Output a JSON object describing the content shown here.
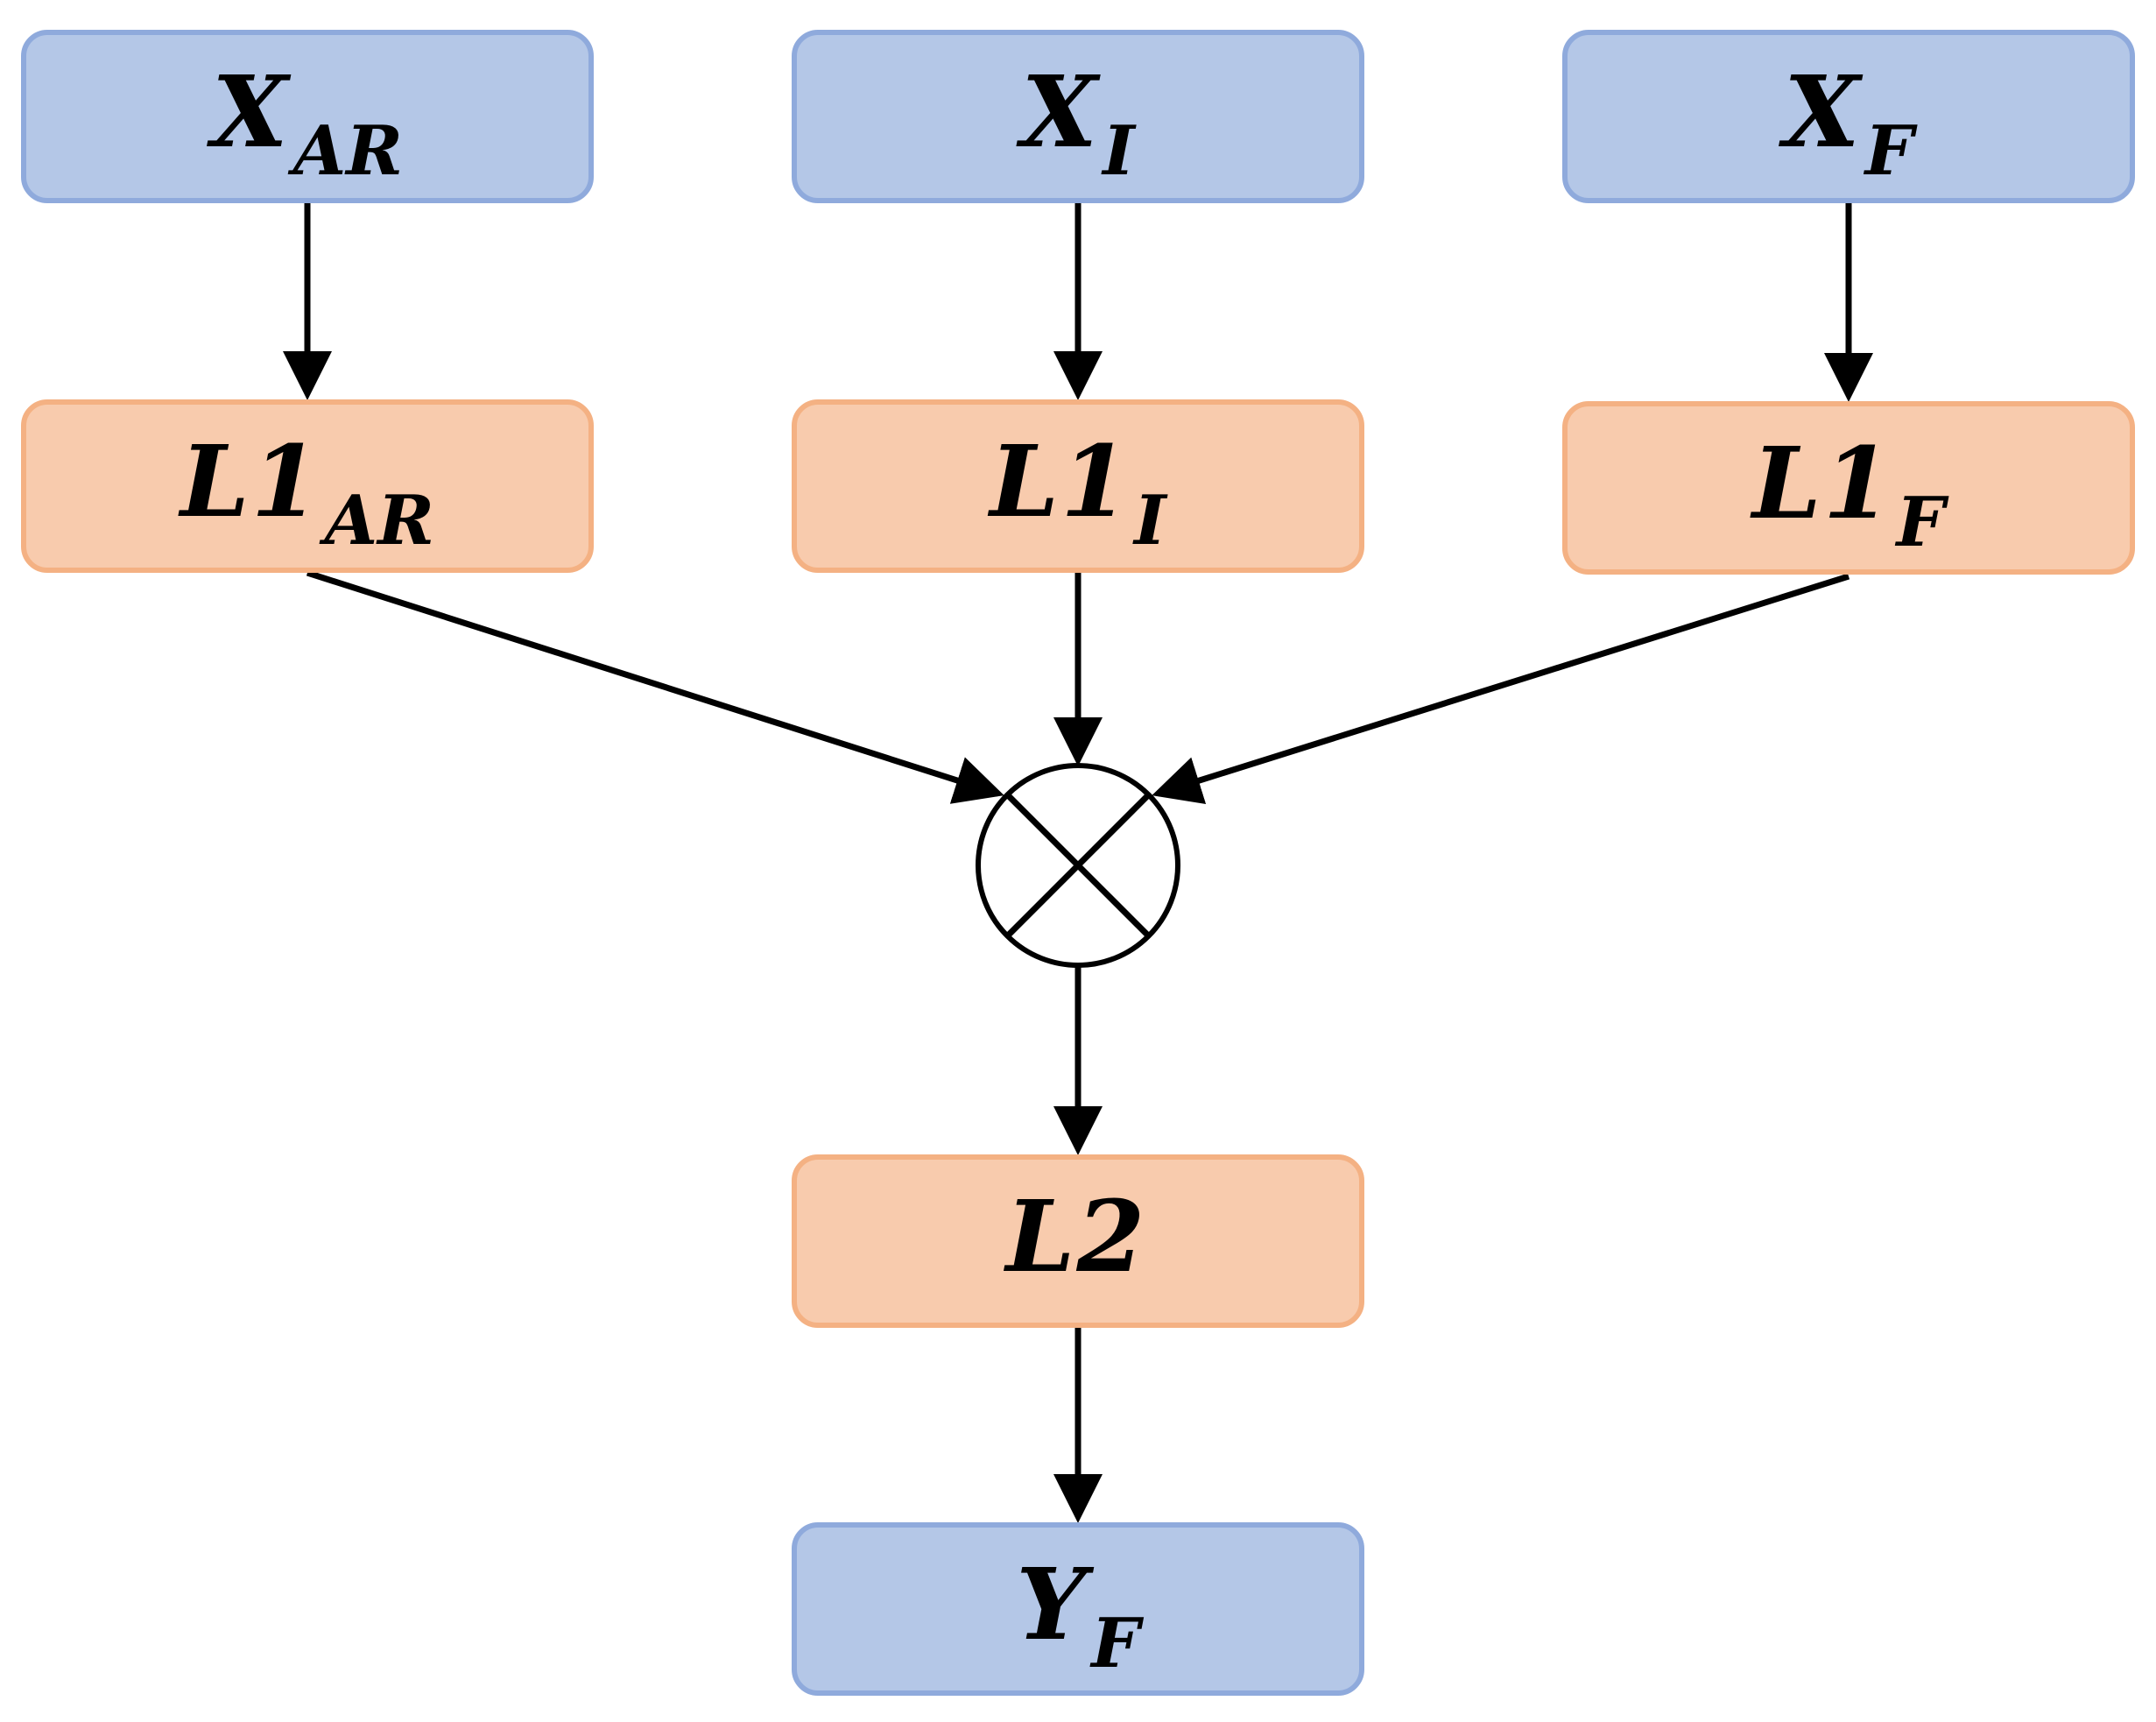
{
  "nodes": {
    "x_ar": {
      "base": "X",
      "sub": "AR"
    },
    "x_i": {
      "base": "X",
      "sub": "I"
    },
    "x_f": {
      "base": "X",
      "sub": "F"
    },
    "l1_ar": {
      "base": "L1",
      "sub": "AR"
    },
    "l1_i": {
      "base": "L1",
      "sub": "I"
    },
    "l1_f": {
      "base": "L1",
      "sub": "F"
    },
    "l2": {
      "base": "L2",
      "sub": ""
    },
    "y_f": {
      "base": "Y",
      "sub": "F"
    }
  },
  "colors": {
    "input_fill": "#b4c7e7",
    "input_border": "#8faadc",
    "layer_fill": "#f8cbad",
    "layer_border": "#f4b183",
    "arrow": "#000000"
  },
  "operator": "multiply"
}
